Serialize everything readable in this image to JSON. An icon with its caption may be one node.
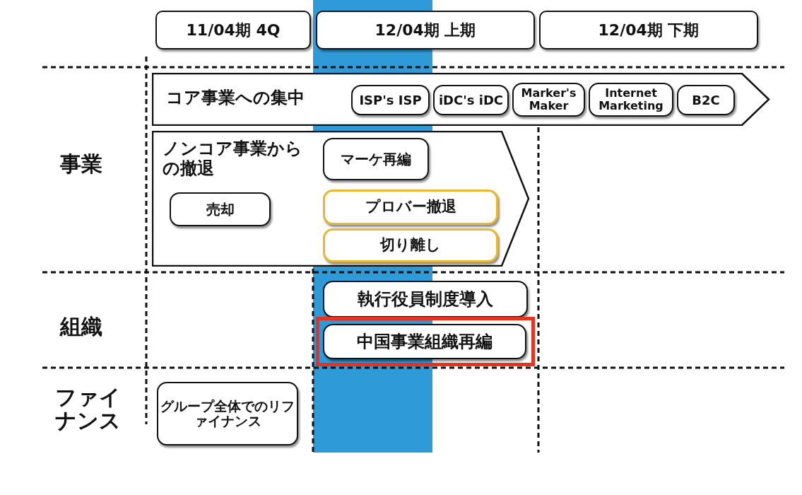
{
  "diagram": {
    "nodes": [
      {
        "text": [
          "11/04期 4Q"
        ]
      },
      {
        "text": [
          "12/04期 上期"
        ]
      },
      {
        "text": [
          "12/04期 下期"
        ]
      },
      {
        "text": [
          "コア事業への集中"
        ]
      },
      {
        "text": [
          "ISP's ISP"
        ],
        "in": 3
      },
      {
        "text": [
          "iDC's iDC"
        ],
        "in": 3
      },
      {
        "text": [
          "Marker's Maker"
        ],
        "in": 3
      },
      {
        "text": [
          "Internet Marketing"
        ],
        "in": 3
      },
      {
        "text": [
          "B2C"
        ],
        "in": 3
      },
      {
        "text": [
          "ノンコア事業からの撤退"
        ]
      },
      {
        "text": [
          "売却"
        ],
        "in": 9
      },
      {
        "text": [
          "マーケ再編"
        ],
        "in": 9
      },
      {
        "text": [
          "プロバー撤退"
        ],
        "in": 9
      },
      {
        "text": [
          "切り離し"
        ],
        "in": 9
      },
      {
        "text": [
          "執行役員制度導入"
        ]
      },
      {
        "text": [
          "中国事業組織再編"
        ]
      },
      {
        "text": [
          "グループ全体でのリファイナンス"
        ]
      }
    ],
    "labels": [
      "事業",
      "組織",
      "ファイナンス"
    ]
  }
}
